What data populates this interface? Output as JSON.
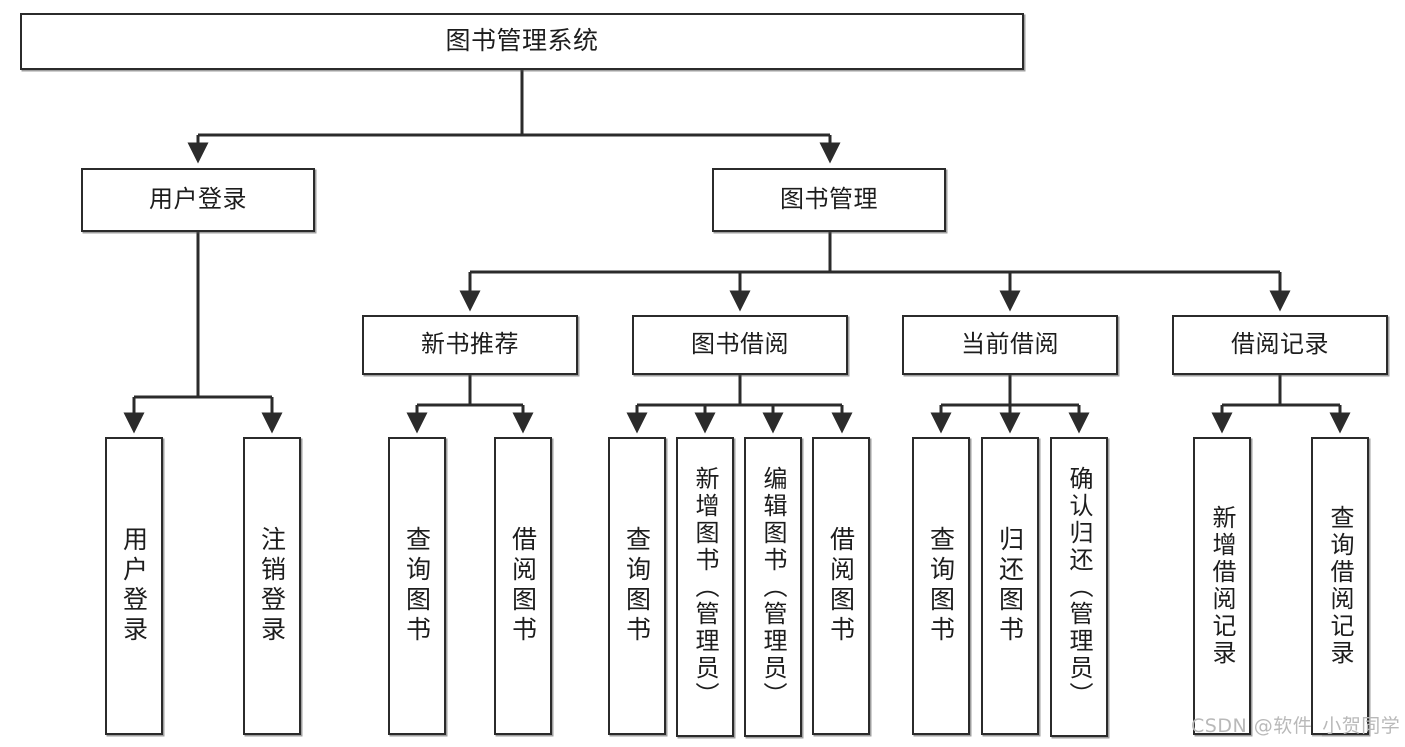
{
  "diagram": {
    "title": "图书管理系统",
    "type": "hierarchy-tree",
    "watermark": "CSDN @软件_小贺同学",
    "root": {
      "id": "root",
      "label": "图书管理系统"
    },
    "level2": [
      {
        "id": "user-login",
        "label": "用户登录"
      },
      {
        "id": "book-manage",
        "label": "图书管理"
      }
    ],
    "level3": [
      {
        "id": "new-book-rec",
        "label": "新书推荐"
      },
      {
        "id": "book-borrow",
        "label": "图书借阅"
      },
      {
        "id": "current-borrow",
        "label": "当前借阅"
      },
      {
        "id": "borrow-record",
        "label": "借阅记录"
      }
    ],
    "leaves": [
      {
        "id": "leaf-user-login",
        "label": "用户登录",
        "parent": "user-login"
      },
      {
        "id": "leaf-logout",
        "label": "注销登录",
        "parent": "user-login"
      },
      {
        "id": "leaf-query-book-1",
        "label": "查询图书",
        "parent": "new-book-rec"
      },
      {
        "id": "leaf-borrow-book-1",
        "label": "借阅图书",
        "parent": "new-book-rec"
      },
      {
        "id": "leaf-query-book-2",
        "label": "查询图书",
        "parent": "book-borrow"
      },
      {
        "id": "leaf-add-book",
        "label": "新增图书（管理员）",
        "parent": "book-borrow"
      },
      {
        "id": "leaf-edit-book",
        "label": "编辑图书（管理员）",
        "parent": "book-borrow"
      },
      {
        "id": "leaf-borrow-book-2",
        "label": "借阅图书",
        "parent": "book-borrow"
      },
      {
        "id": "leaf-query-book-3",
        "label": "查询图书",
        "parent": "current-borrow"
      },
      {
        "id": "leaf-return-book",
        "label": "归还图书",
        "parent": "current-borrow"
      },
      {
        "id": "leaf-confirm-return",
        "label": "确认归还（管理员）",
        "parent": "current-borrow"
      },
      {
        "id": "leaf-add-record",
        "label": "新增借阅记录",
        "parent": "borrow-record"
      },
      {
        "id": "leaf-query-record",
        "label": "查询借阅记录",
        "parent": "borrow-record"
      }
    ],
    "colors": {
      "stroke": "#2b2b2b",
      "fill": "#ffffff",
      "text": "#1d1d1d",
      "watermark": "#b9b9b9"
    }
  }
}
